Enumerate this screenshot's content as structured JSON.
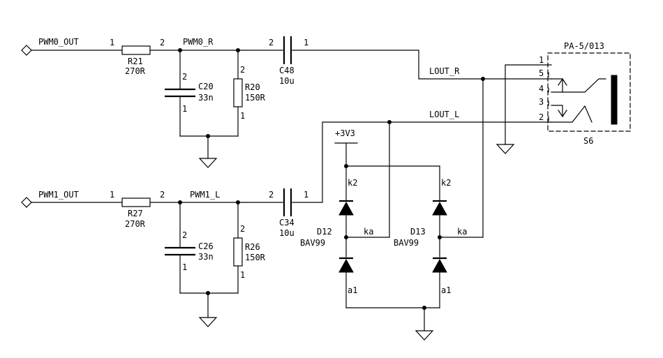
{
  "colors": {
    "ink": "#000000",
    "background": "#ffffff"
  },
  "nets": {
    "pwm0_out": "PWM0_OUT",
    "pwm1_out": "PWM1_OUT",
    "pwm0_r": "PWM0_R",
    "pwm1_l": "PWM1_L",
    "lout_r": "LOUT_R",
    "lout_l": "LOUT_L",
    "vcc": "+3V3"
  },
  "components": {
    "r21": {
      "ref": "R21",
      "value": "270R"
    },
    "r27": {
      "ref": "R27",
      "value": "270R"
    },
    "r20": {
      "ref": "R20",
      "value": "150R"
    },
    "r26": {
      "ref": "R26",
      "value": "150R"
    },
    "c20": {
      "ref": "C20",
      "value": "33n"
    },
    "c26": {
      "ref": "C26",
      "value": "33n"
    },
    "c48": {
      "ref": "C48",
      "value": "10u"
    },
    "c34": {
      "ref": "C34",
      "value": "10u"
    },
    "d12": {
      "ref": "D12",
      "value": "BAV99"
    },
    "d13": {
      "ref": "D13",
      "value": "BAV99"
    },
    "s6": {
      "ref": "S6",
      "value": "PA-5/013"
    }
  },
  "pins": {
    "one": "1",
    "two": "2",
    "three": "3",
    "four": "4",
    "five": "5",
    "k2": "k2",
    "ka": "ka",
    "a1": "a1"
  }
}
